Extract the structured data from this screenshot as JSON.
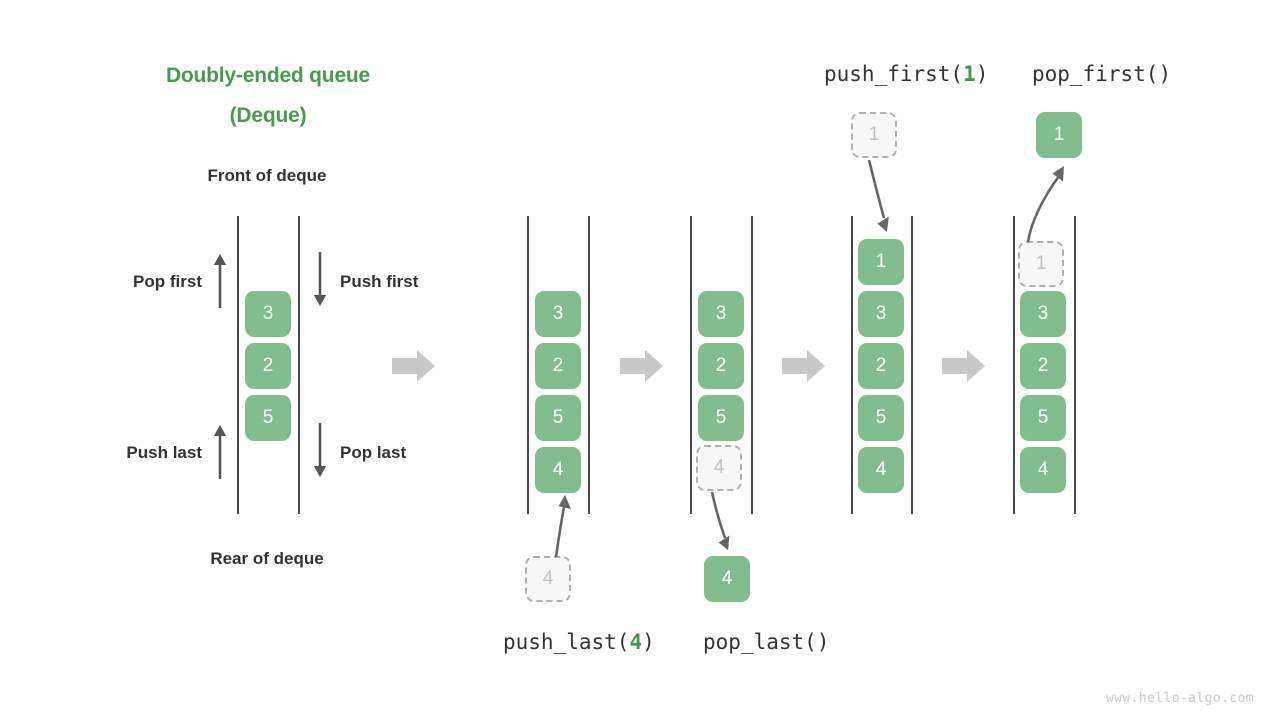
{
  "figure": {
    "title_line1": "Doubly-ended queue",
    "title_line2": "(Deque)",
    "front_label": "Front of deque",
    "rear_label": "Rear of deque",
    "watermark": "www.hello-algo.com",
    "accent_color": "#499A4F",
    "cell_color": "#81BD8D",
    "ghost_fill": "#f7f7f7",
    "ghost_border": "#b0b0b0",
    "ghost_text": "#c2c2c2",
    "arrow_color": "#c8c8c8",
    "rail_color": "#4a4a4a",
    "text_color": "#333333"
  },
  "operations_legend": {
    "pop_first": "Pop first",
    "push_first": "Push first",
    "push_last": "Push last",
    "pop_last": "Pop last"
  },
  "op_captions": {
    "push_last": {
      "name": "push_last(",
      "arg": "4",
      "close": ")"
    },
    "pop_last": {
      "name": "pop_last(",
      "arg": "",
      "close": ")"
    },
    "push_first": {
      "name": "push_first(",
      "arg": "1",
      "close": ")"
    },
    "pop_first": {
      "name": "pop_first(",
      "arg": "",
      "close": ")"
    }
  },
  "chart_data": {
    "type": "diagram",
    "title": "Doubly-ended queue (Deque)",
    "columns": [
      {
        "id": "initial",
        "label": "",
        "cells": [
          "3",
          "2",
          "5"
        ],
        "ghost_cells": [],
        "external_cell": null
      },
      {
        "id": "after-push-last",
        "label": "push_last(4)",
        "cells": [
          "3",
          "2",
          "5",
          "4"
        ],
        "ghost_cells": [],
        "external_cell": {
          "value": "4",
          "state": "ghost",
          "position": "below",
          "direction": "in"
        }
      },
      {
        "id": "after-pop-last",
        "label": "pop_last()",
        "cells": [
          "3",
          "2",
          "5"
        ],
        "ghost_cells": [
          {
            "value": "4",
            "index": 3
          }
        ],
        "external_cell": {
          "value": "4",
          "state": "solid",
          "position": "below",
          "direction": "out"
        }
      },
      {
        "id": "after-push-first",
        "label": "push_first(1)",
        "cells": [
          "1",
          "3",
          "2",
          "5",
          "4"
        ],
        "ghost_cells": [],
        "external_cell": {
          "value": "1",
          "state": "ghost",
          "position": "above",
          "direction": "in"
        }
      },
      {
        "id": "after-pop-first",
        "label": "pop_first()",
        "cells": [
          "3",
          "2",
          "5",
          "4"
        ],
        "ghost_cells": [
          {
            "value": "1",
            "index": 0
          }
        ],
        "external_cell": {
          "value": "1",
          "state": "solid",
          "position": "above",
          "direction": "out"
        }
      }
    ]
  },
  "cells": {
    "c0": [
      "3",
      "2",
      "5"
    ],
    "c1": [
      "3",
      "2",
      "5",
      "4"
    ],
    "c1_ext": "4",
    "c2": [
      "3",
      "2",
      "5"
    ],
    "c2_ghost": "4",
    "c2_ext": "4",
    "c3": [
      "1",
      "3",
      "2",
      "5",
      "4"
    ],
    "c3_ext": "1",
    "c4_ghost": "1",
    "c4": [
      "3",
      "2",
      "5",
      "4"
    ],
    "c4_ext": "1"
  }
}
